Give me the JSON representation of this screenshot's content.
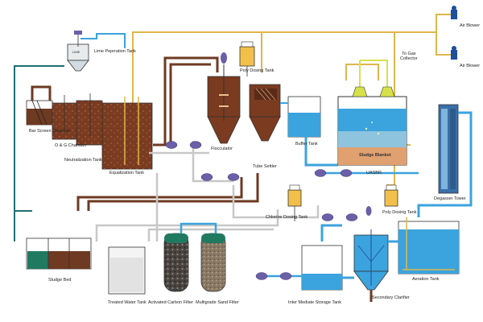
{
  "labels": {
    "lime_preparation_tank": "Lime Peprration Tank",
    "bar_screen_chamber": "Bar Screen Chamber",
    "og_chamber": "O & G Chamber",
    "neutralization_tank": "Neutralization Tank",
    "equalization_tank": "Equalization Tank",
    "poly_dosing_tank_top": "Poly Dosing Tank",
    "flocculator": "Flocculator",
    "tube_settler": "Tube Settler",
    "buffer_tank": "Buffer Tank",
    "to_gas_collector": "To Gas\nCollector",
    "sludge_blanket": "Sludge Blanket",
    "uasbr": "UASBR",
    "air_blower_1": "Air Blower",
    "air_blower_2": "Air Blower",
    "degasser_tower": "Degasser Tower",
    "chlorine_dosing_tank": "Chlorine Dosing Tank",
    "poly_dosing_tank_right": "Poly Dosing Tank",
    "aeration_tank": "Aeration Tank",
    "sludge_bed": "Sludge Bed",
    "treated_water_tank": "Treated Water Tank",
    "activated_carbon_filter": "Activated Carbon Filter",
    "multigrade_sand_filter": "Multigrade Sand Filter",
    "intermediate_storage_tank": "Inter Mediate Storage Tank",
    "secondary_clarifier": "Secondary Clarifier",
    "lime_tank_tag": "LIME"
  },
  "colors": {
    "sludge_brown": "#6e3a22",
    "wastewater": "#7a3b20",
    "clean_water": "#3ba3dd",
    "pipe_gold": "#e0b64a",
    "pipe_teal": "#1e6f72",
    "pipe_grey": "#c7c7c7",
    "pump_purple": "#6b5fa8",
    "green_tank": "#1f7a60"
  }
}
